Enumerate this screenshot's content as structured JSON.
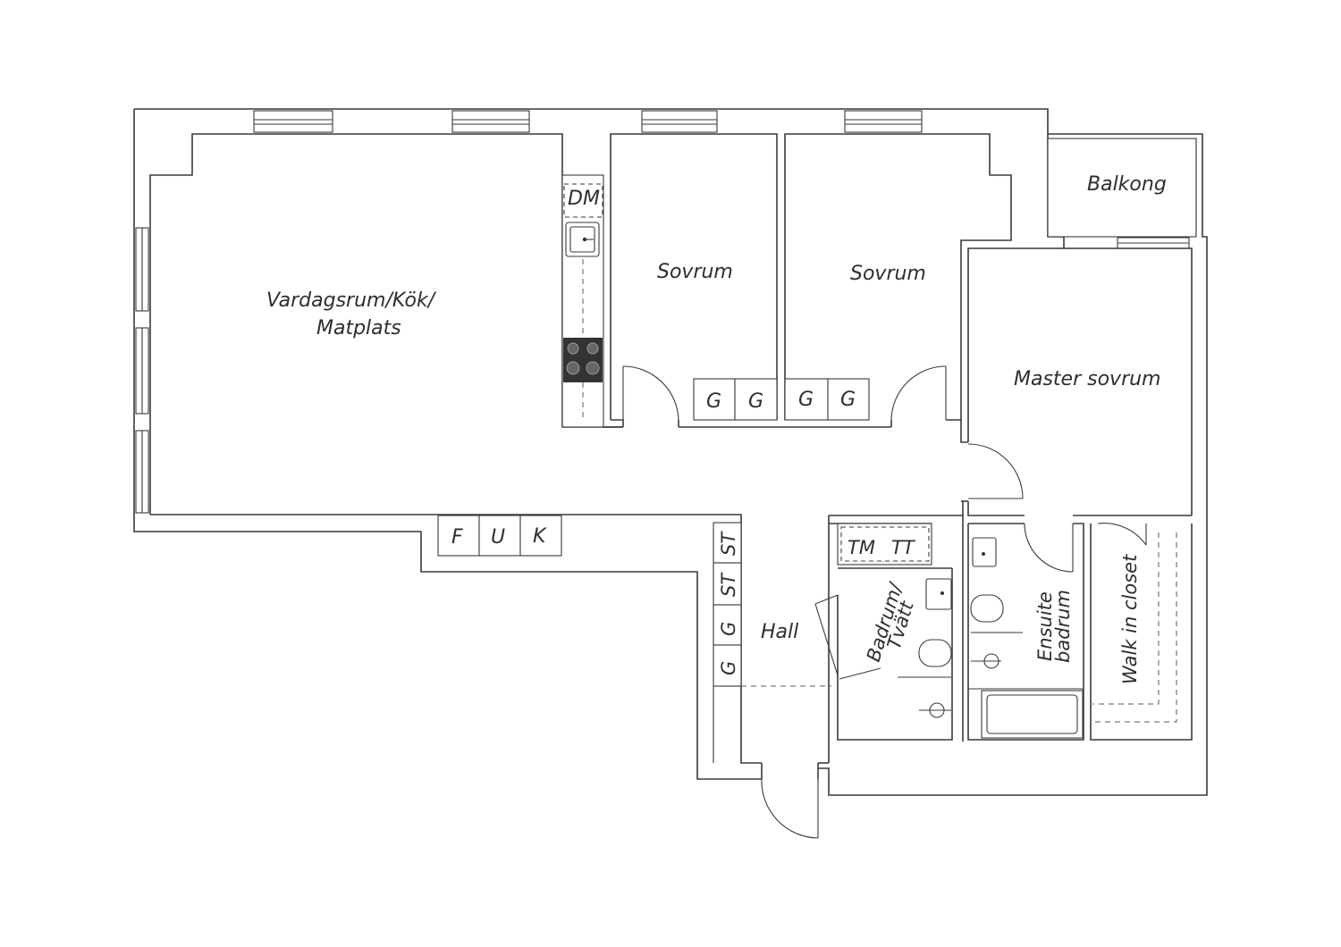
{
  "rooms": {
    "living_line1": "Vardagsrum/Kök/",
    "living_line2": "Matplats",
    "bedroom1": "Sovrum",
    "bedroom2": "Sovrum",
    "balcony": "Balkong",
    "master": "Master sovrum",
    "hall": "Hall",
    "bath_line1": "Badrum/",
    "bath_line2": "Tvätt",
    "ensuite_line1": "Ensuite",
    "ensuite_line2": "badrum",
    "walkin": "Walk in closet"
  },
  "fixtures": {
    "dishwasher": "DM",
    "wardrobe": "G",
    "fridge": "F",
    "pantry": "U",
    "freezer": "K",
    "storage": "ST",
    "dryer": "TM",
    "tumble": "TT"
  }
}
